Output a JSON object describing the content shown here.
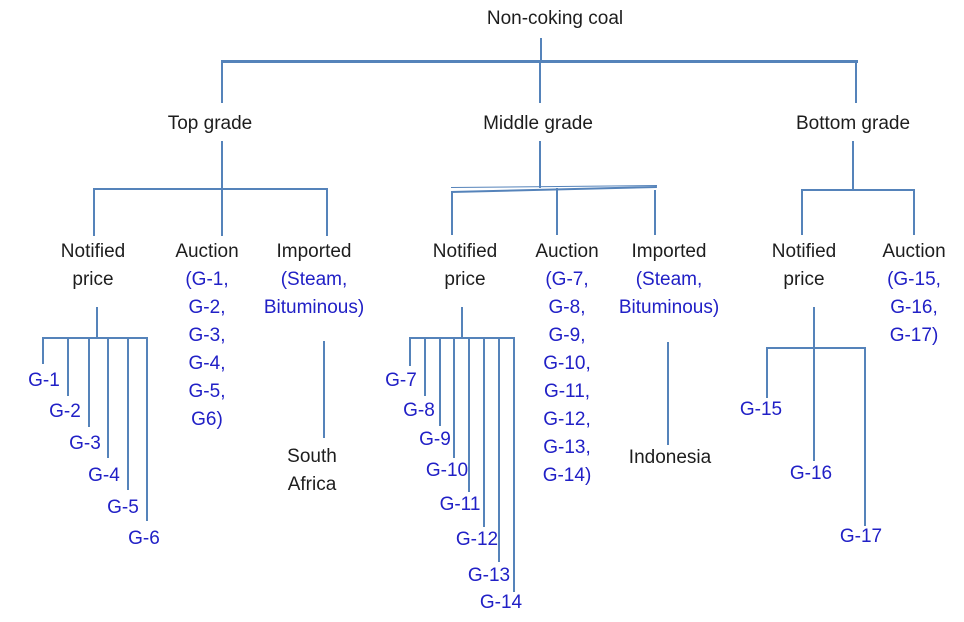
{
  "title": "Non-coking coal",
  "colors": {
    "line": "#5583ba",
    "blue_text": "#2120c6",
    "black_text": "#1d1d1d"
  },
  "branches": [
    {
      "label": "Top grade",
      "notified": {
        "label_line1": "Notified",
        "label_line2": "price",
        "grades": [
          "G-1",
          "G-2",
          "G-3",
          "G-4",
          "G-5",
          "G-6"
        ]
      },
      "auction": {
        "label": "Auction",
        "grade_list": [
          "(G-1,",
          "G-2,",
          "G-3,",
          "G-4,",
          "G-5,",
          "G6)"
        ]
      },
      "imported": {
        "label": "Imported",
        "types": [
          "(Steam,",
          "Bituminous)"
        ],
        "source": [
          "South",
          "Africa"
        ]
      }
    },
    {
      "label": "Middle grade",
      "notified": {
        "label_line1": "Notified",
        "label_line2": "price",
        "grades": [
          "G-7",
          "G-8",
          "G-9",
          "G-10",
          "G-11",
          "G-12",
          "G-13",
          "G-14"
        ]
      },
      "auction": {
        "label": "Auction",
        "grade_list": [
          "(G-7,",
          "G-8,",
          "G-9,",
          "G-10,",
          "G-11,",
          "G-12,",
          "G-13,",
          "G-14)"
        ]
      },
      "imported": {
        "label": "Imported",
        "types": [
          "(Steam,",
          "Bituminous)"
        ],
        "source": [
          "Indonesia"
        ]
      }
    },
    {
      "label": "Bottom grade",
      "notified": {
        "label_line1": "Notified",
        "label_line2": "price",
        "grades": [
          "G-15",
          "G-16",
          "G-17"
        ]
      },
      "auction": {
        "label": "Auction",
        "grade_list": [
          "(G-15,",
          "G-16,",
          "G-17)"
        ]
      }
    }
  ]
}
